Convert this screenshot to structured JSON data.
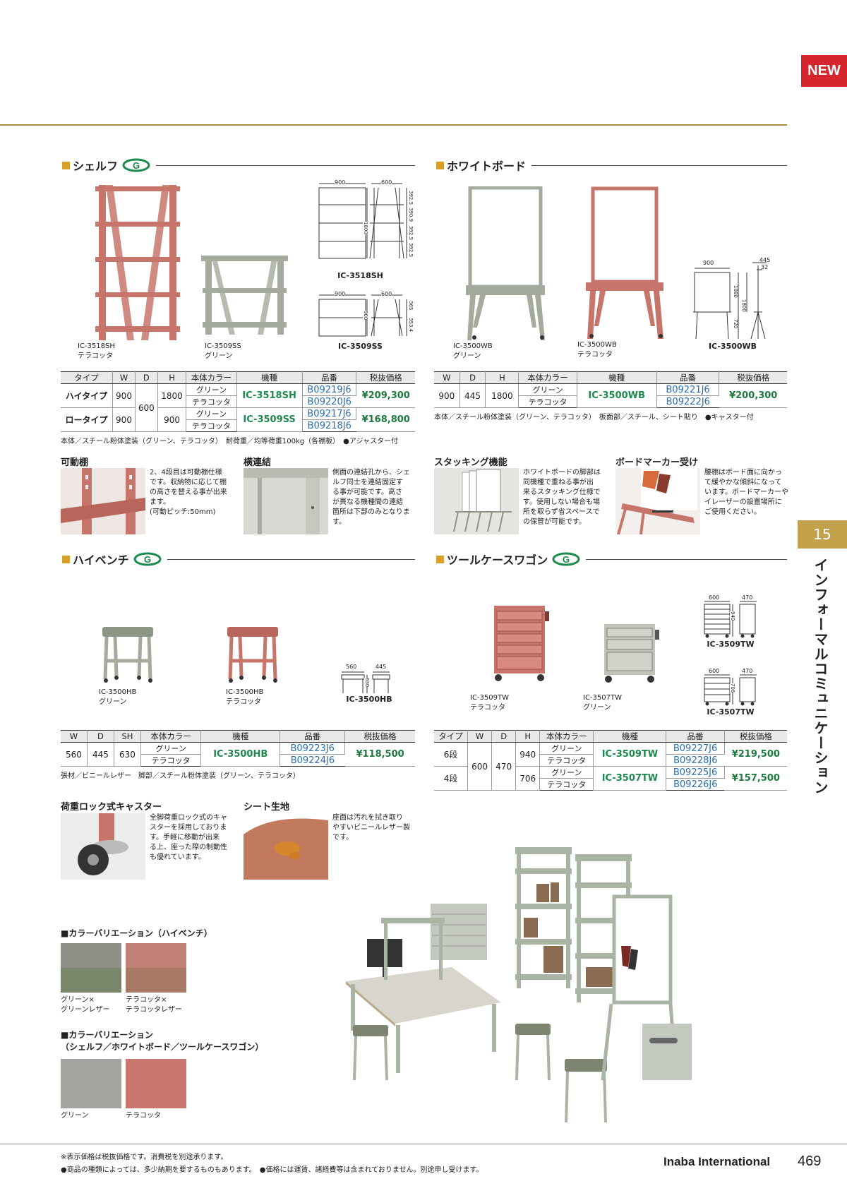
{
  "badge": "NEW",
  "side": {
    "number": "15",
    "text": "インフォーマルコミュニケーション"
  },
  "colors": {
    "green": "#a4aa9c",
    "terracotta": "#c7756b",
    "accent_gold": "#a88c3f",
    "price_green": "#1c7a3e",
    "part_blue": "#2a6fb0"
  },
  "shelf": {
    "title": "シェルフ",
    "products": [
      {
        "model": "IC-3518SH",
        "color": "テラコッタ"
      },
      {
        "model": "IC-3509SS",
        "color": "グリーン"
      }
    ],
    "dims": {
      "sh_w": "900",
      "sh_d": "600",
      "sh_h1": "392.5",
      "sh_h2": "390.9",
      "sh_h3": "392.5",
      "sh_h4": "392.5",
      "sh_total": "1800",
      "sh_label": "IC-3518SH",
      "ss_w": "900",
      "ss_d": "600",
      "ss_h1": "365",
      "ss_h2": "353.4",
      "ss_total": "900",
      "ss_label": "IC-3509SS"
    },
    "headers": [
      "タイプ",
      "W",
      "D",
      "H",
      "本体カラー",
      "機種",
      "品番",
      "税抜価格"
    ],
    "rows": [
      {
        "type": "ハイタイプ",
        "w": "900",
        "d": "600",
        "h": "1800",
        "colors": [
          "グリーン",
          "テラコッタ"
        ],
        "model": "IC-3518SH",
        "parts": [
          "B09219J6",
          "B09220J6"
        ],
        "price": "¥209,300"
      },
      {
        "type": "ロータイプ",
        "w": "900",
        "h": "900",
        "colors": [
          "グリーン",
          "テラコッタ"
        ],
        "model": "IC-3509SS",
        "parts": [
          "B09217J6",
          "B09218J6"
        ],
        "price": "¥168,800"
      }
    ],
    "note": "本体／スチール粉体塗装（グリーン、テラコッタ）　耐荷重／均等荷重100kg（各棚板）　●アジャスター付",
    "features": [
      {
        "title": "可動棚",
        "desc": "2、4段目は可動棚仕様\nです。収納物に応じて棚\nの高さを替える事が出来\nます。\n(可動ピッチ:50mm)"
      },
      {
        "title": "横連結",
        "desc": "側面の連結孔から、シェ\nルフ同士を連結固定す\nる事が可能です。高さ\nが異なる機種間の連結\n箇所は下部のみとなりま\nす。"
      }
    ]
  },
  "whiteboard": {
    "title": "ホワイトボード",
    "products": [
      {
        "model": "IC-3500WB",
        "color": "グリーン"
      },
      {
        "model": "IC-3500WB",
        "color": "テラコッタ"
      }
    ],
    "dims": {
      "w": "900",
      "d": "445",
      "d2": "32",
      "h1": "1080",
      "h2": "1800",
      "h3": "720",
      "label": "IC-3500WB"
    },
    "headers": [
      "W",
      "D",
      "H",
      "本体カラー",
      "機種",
      "品番",
      "税抜価格"
    ],
    "row": {
      "w": "900",
      "d": "445",
      "h": "1800",
      "colors": [
        "グリーン",
        "テラコッタ"
      ],
      "model": "IC-3500WB",
      "parts": [
        "B09221J6",
        "B09222J6"
      ],
      "price": "¥200,300"
    },
    "note": "本体／スチール粉体塗装（グリーン、テラコッタ）　板面部／スチール、シート貼り　●キャスター付",
    "features": [
      {
        "title": "スタッキング機能",
        "desc": "ホワイトボードの脚部は\n同機種で重ねる事が出\n来るスタッキング仕様で\nす。使用しない場合も場\n所を取らず省スペースで\nの保管が可能です。"
      },
      {
        "title": "ボードマーカー受け",
        "desc": "腰棚はボード面に向かっ\nて緩やかな傾斜になって\nいます。ボードマーカーや\nイレーザーの設置場所に\nご使用ください。"
      }
    ]
  },
  "bench": {
    "title": "ハイベンチ",
    "products": [
      {
        "model": "IC-3500HB",
        "color": "グリーン"
      },
      {
        "model": "IC-3500HB",
        "color": "テラコッタ"
      }
    ],
    "dims": {
      "w": "560",
      "d": "445",
      "h": "630",
      "label": "IC-3500HB"
    },
    "headers": [
      "W",
      "D",
      "SH",
      "本体カラー",
      "機種",
      "品番",
      "税抜価格"
    ],
    "row": {
      "w": "560",
      "d": "445",
      "sh": "630",
      "colors": [
        "グリーン",
        "テラコッタ"
      ],
      "model": "IC-3500HB",
      "parts": [
        "B09223J6",
        "B09224J6"
      ],
      "price": "¥118,500"
    },
    "note": "張材／ビニールレザー　脚部／スチール粉体塗装（グリーン、テラコッタ）",
    "features": [
      {
        "title": "荷重ロック式キャスター",
        "desc": "全脚荷重ロック式のキャ\nスターを採用しておりま\nす。手軽に移動が出来\nる上、座った際の制動性\nも優れています。"
      },
      {
        "title": "シート生地",
        "desc": "座面は汚れを拭き取り\nやすいビニールレザー製\nです。"
      }
    ]
  },
  "wagon": {
    "title": "ツールケースワゴン",
    "products": [
      {
        "model": "IC-3509TW",
        "color": "テラコッタ"
      },
      {
        "model": "IC-3507TW",
        "color": "グリーン"
      }
    ],
    "dims": {
      "tw9_w": "600",
      "tw9_d": "470",
      "tw9_h": "940",
      "tw9_label": "IC-3509TW",
      "tw7_w": "600",
      "tw7_d": "470",
      "tw7_h": "706",
      "tw7_label": "IC-3507TW"
    },
    "headers": [
      "タイプ",
      "W",
      "D",
      "H",
      "本体カラー",
      "機種",
      "品番",
      "税抜価格"
    ],
    "rows": [
      {
        "type": "6段",
        "w": "600",
        "d": "470",
        "h": "940",
        "colors": [
          "グリーン",
          "テラコッタ"
        ],
        "model": "IC-3509TW",
        "parts": [
          "B09227J6",
          "B09228J6"
        ],
        "price": "¥219,500"
      },
      {
        "type": "4段",
        "h": "706",
        "colors": [
          "グリーン",
          "テラコッタ"
        ],
        "model": "IC-3507TW",
        "parts": [
          "B09225J6",
          "B09226J6"
        ],
        "price": "¥157,500"
      }
    ]
  },
  "variations": {
    "bench_title": "■カラーバリエーション（ハイベンチ）",
    "bench": [
      {
        "label": "グリーン×\nグリーンレザー"
      },
      {
        "label": "テラコッタ×\nテラコッタレザー"
      }
    ],
    "other_title": "■カラーバリエーション\n（シェルフ／ホワイトボード／ツールケースワゴン）",
    "other": [
      {
        "label": "グリーン"
      },
      {
        "label": "テラコッタ"
      }
    ]
  },
  "footer": {
    "note1": "※表示価格は税抜価格です。消費税を別途承ります。",
    "note2": "●商品の種類によっては、多少納期を要するものもあります。　●価格には運賃、諸経費等は含まれておりません。別途申し受けます。",
    "brand": "Inaba International",
    "page": "469"
  }
}
